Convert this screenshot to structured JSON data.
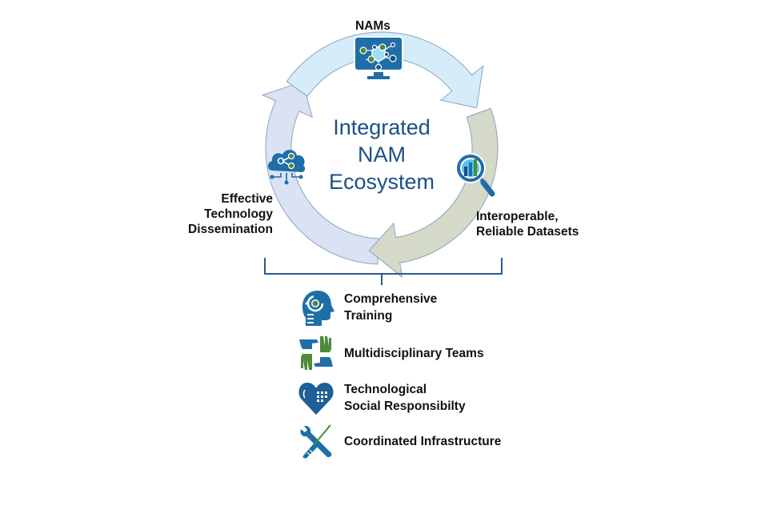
{
  "diagram": {
    "center_title": [
      "Integrated",
      "NAM",
      "Ecosystem"
    ],
    "cycle_nodes": [
      {
        "id": "nams",
        "label": [
          "NAMs"
        ],
        "icon": "monitor-network-icon",
        "segment_color": "#d6ecfa"
      },
      {
        "id": "datasets",
        "label": [
          "Interoperable,",
          "Reliable Datasets"
        ],
        "icon": "magnifier-chart-icon",
        "segment_color": "#d4d9c8"
      },
      {
        "id": "dissemination",
        "label": [
          "Effective",
          "Technology",
          "Dissemination"
        ],
        "icon": "cloud-share-icon",
        "segment_color": "#dbe2f3"
      }
    ],
    "enablers": [
      {
        "label": [
          "Comprehensive",
          "Training"
        ],
        "icon": "head-gear-icon"
      },
      {
        "label": [
          "Multidisciplinary Teams"
        ],
        "icon": "joined-hands-icon"
      },
      {
        "label": [
          "Technological",
          "Social Responsibilty"
        ],
        "icon": "heart-chip-icon"
      },
      {
        "label": [
          "Coordinated Infrastructure"
        ],
        "icon": "wrench-screwdriver-icon"
      }
    ],
    "colors": {
      "primary_blue": "#1f6ea8",
      "dark_blue": "#1d4f86",
      "accent_green": "#4e8a3a",
      "ring_outline": "#8aa4bd",
      "bracket": "#2b5a8a"
    }
  }
}
